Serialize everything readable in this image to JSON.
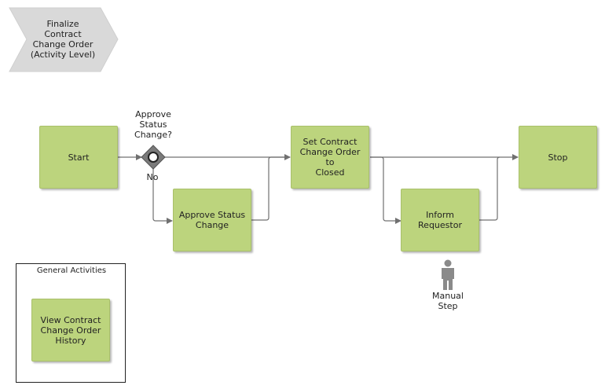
{
  "process_title": "Finalize\nContract\nChange Order\n(Activity Level)",
  "nodes": {
    "start": "Start",
    "approve_status_change": "Approve Status\nChange",
    "set_contract_change_order_closed": "Set Contract\nChange Order to\nClosed",
    "inform_requestor": "Inform\nRequestor",
    "stop": "Stop"
  },
  "gateway": {
    "question": "Approve\nStatus\nChange?",
    "no_label": "No"
  },
  "manual_step_label": "Manual\nStep",
  "general_activities": {
    "title": "General Activities",
    "items": [
      "View Contract\nChange Order\nHistory"
    ]
  },
  "colors": {
    "activity_fill": "#bcd47d",
    "connector": "#707070",
    "gateway_fill": "#7a7a7a",
    "chevron_fill": "#d9d9d9",
    "person_icon": "#8a8a8a"
  }
}
